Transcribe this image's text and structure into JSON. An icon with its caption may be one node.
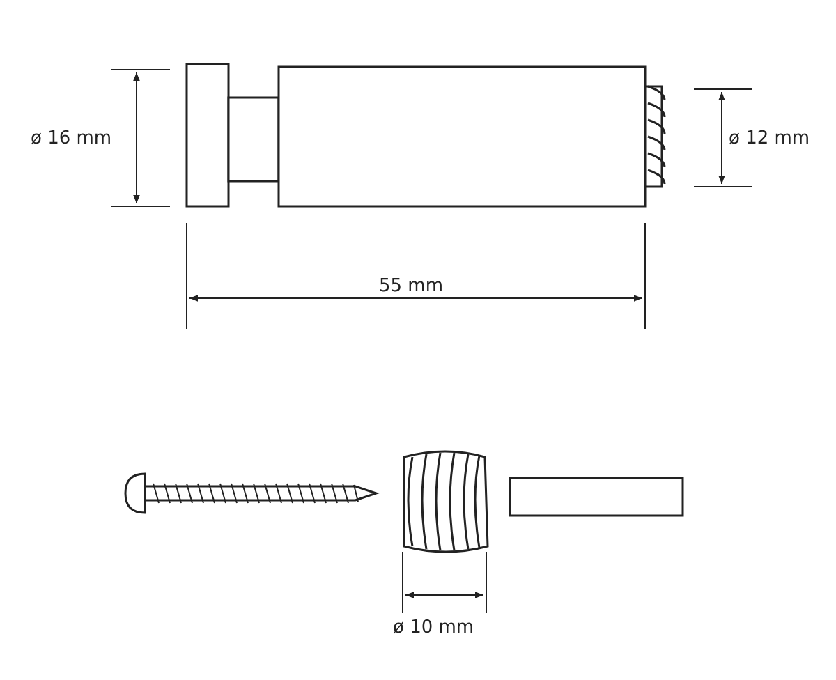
{
  "diagram": {
    "labels": [
      "ø 16 mm",
      "ø 12 mm",
      "55 mm",
      "ø 10 mm"
    ]
  }
}
